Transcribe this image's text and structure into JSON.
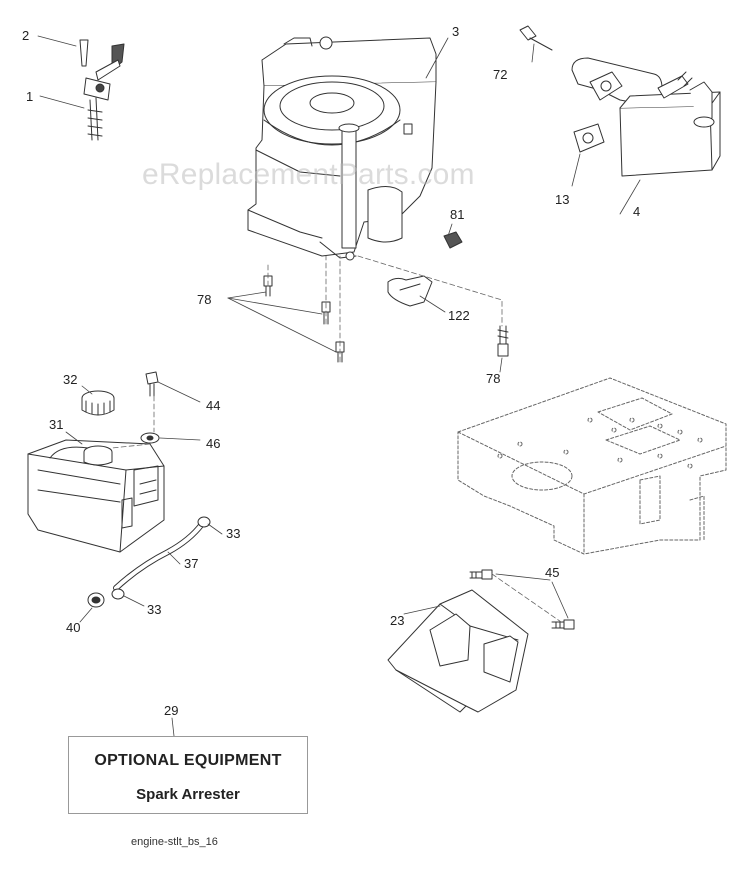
{
  "watermark": "eReplacementParts.com",
  "callouts": {
    "c1": "1",
    "c2": "2",
    "c3": "3",
    "c4": "4",
    "c13": "13",
    "c23": "23",
    "c29": "29",
    "c31": "31",
    "c32": "32",
    "c33a": "33",
    "c33b": "33",
    "c37": "37",
    "c40": "40",
    "c44": "44",
    "c45": "45",
    "c46": "46",
    "c72": "72",
    "c78a": "78",
    "c78b": "78",
    "c81": "81",
    "c122": "122"
  },
  "optional_equipment": {
    "title": "OPTIONAL EQUIPMENT",
    "item": "Spark Arrester"
  },
  "caption": "engine-stlt_bs_16"
}
